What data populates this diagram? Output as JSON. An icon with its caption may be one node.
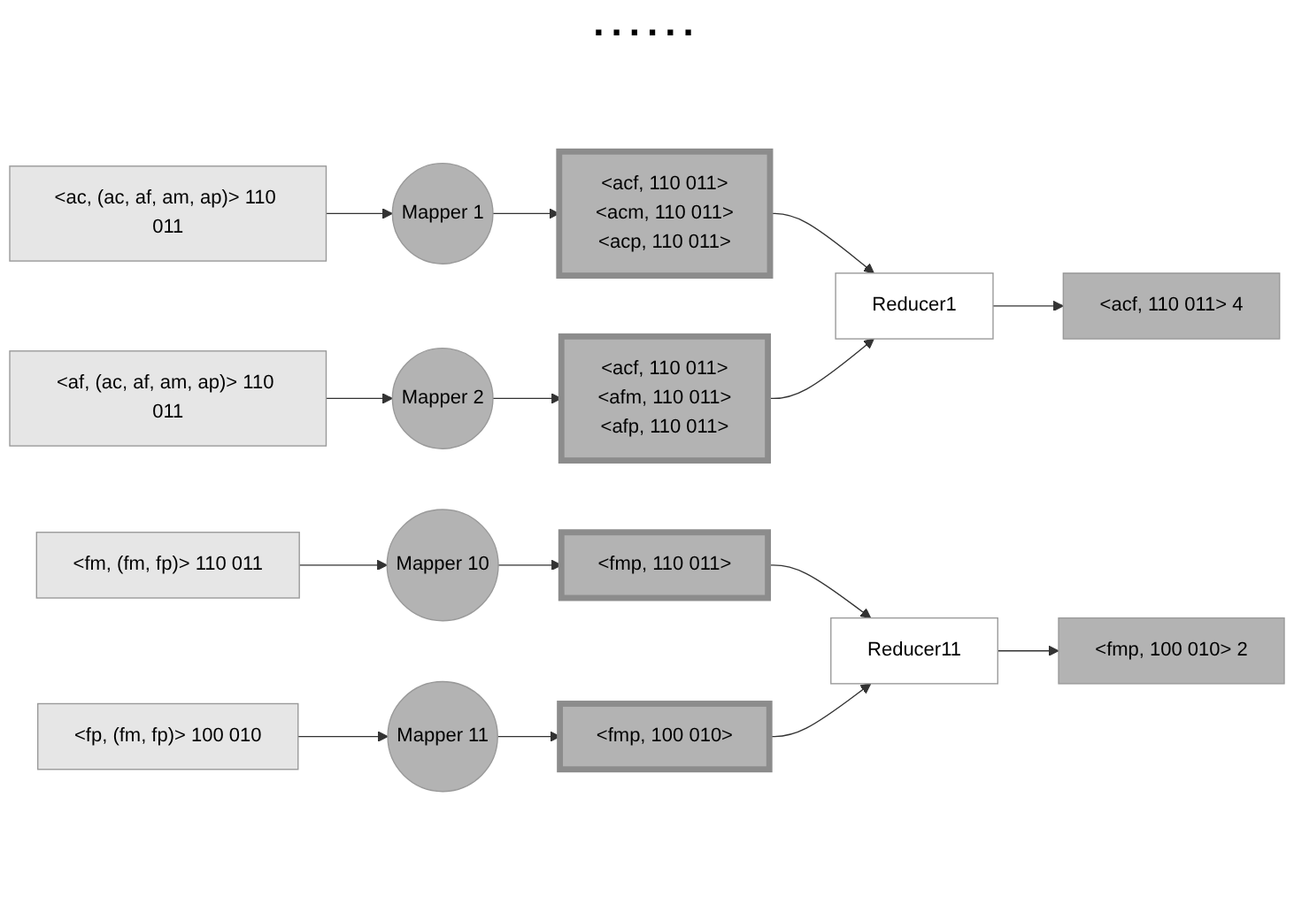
{
  "diagram": {
    "nodes": [
      {
        "text": [
          "<ac, (ac, af, am, ap)> 110 011"
        ]
      },
      {
        "text": [
          "Mapper 1"
        ]
      },
      {
        "text": [
          "<acf, 110 011>",
          "<acm, 110 011>",
          "<acp, 110 011>"
        ]
      },
      {
        "text": [
          "Reducer1"
        ]
      },
      {
        "text": [
          "<acf, 110 011> 4"
        ]
      },
      {
        "text": [
          "<af, (ac, af, am, ap)> 110 011"
        ]
      },
      {
        "text": [
          "Mapper 2"
        ]
      },
      {
        "text": [
          "<acf, 110 011>",
          "<afm, 110 011>",
          "<afp, 110 011>"
        ]
      },
      {
        "text": [
          "<fm, (fm, fp)> 110 011"
        ]
      },
      {
        "text": [
          "Mapper 10"
        ]
      },
      {
        "text": [
          "<fmp, 110 011>"
        ]
      },
      {
        "text": [
          "Reducer11"
        ]
      },
      {
        "text": [
          "<fmp, 100 010> 2"
        ]
      },
      {
        "text": [
          "<fp, (fm, fp)> 100 010"
        ]
      },
      {
        "text": [
          "Mapper 11"
        ]
      },
      {
        "text": [
          "<fmp, 100 010>"
        ]
      }
    ],
    "edges": [
      {
        "from": 0,
        "to": 1,
        "arrow": "to"
      },
      {
        "from": 1,
        "to": 2,
        "arrow": "to"
      },
      {
        "from": 2,
        "to": 3,
        "arrow": "to"
      },
      {
        "from": 3,
        "to": 4,
        "arrow": "to"
      },
      {
        "from": 5,
        "to": 6,
        "arrow": "to"
      },
      {
        "from": 6,
        "to": 7,
        "arrow": "to"
      },
      {
        "from": 7,
        "to": 3,
        "arrow": "to"
      },
      {
        "from": 8,
        "to": 9,
        "arrow": "to"
      },
      {
        "from": 9,
        "to": 10,
        "arrow": "to"
      },
      {
        "from": 10,
        "to": 11,
        "arrow": "to"
      },
      {
        "from": 11,
        "to": 12,
        "arrow": "to"
      },
      {
        "from": 13,
        "to": 14,
        "arrow": "to"
      },
      {
        "from": 14,
        "to": 15,
        "arrow": "to"
      },
      {
        "from": 15,
        "to": 11,
        "arrow": "to"
      }
    ],
    "labels": [
      "......"
    ]
  }
}
